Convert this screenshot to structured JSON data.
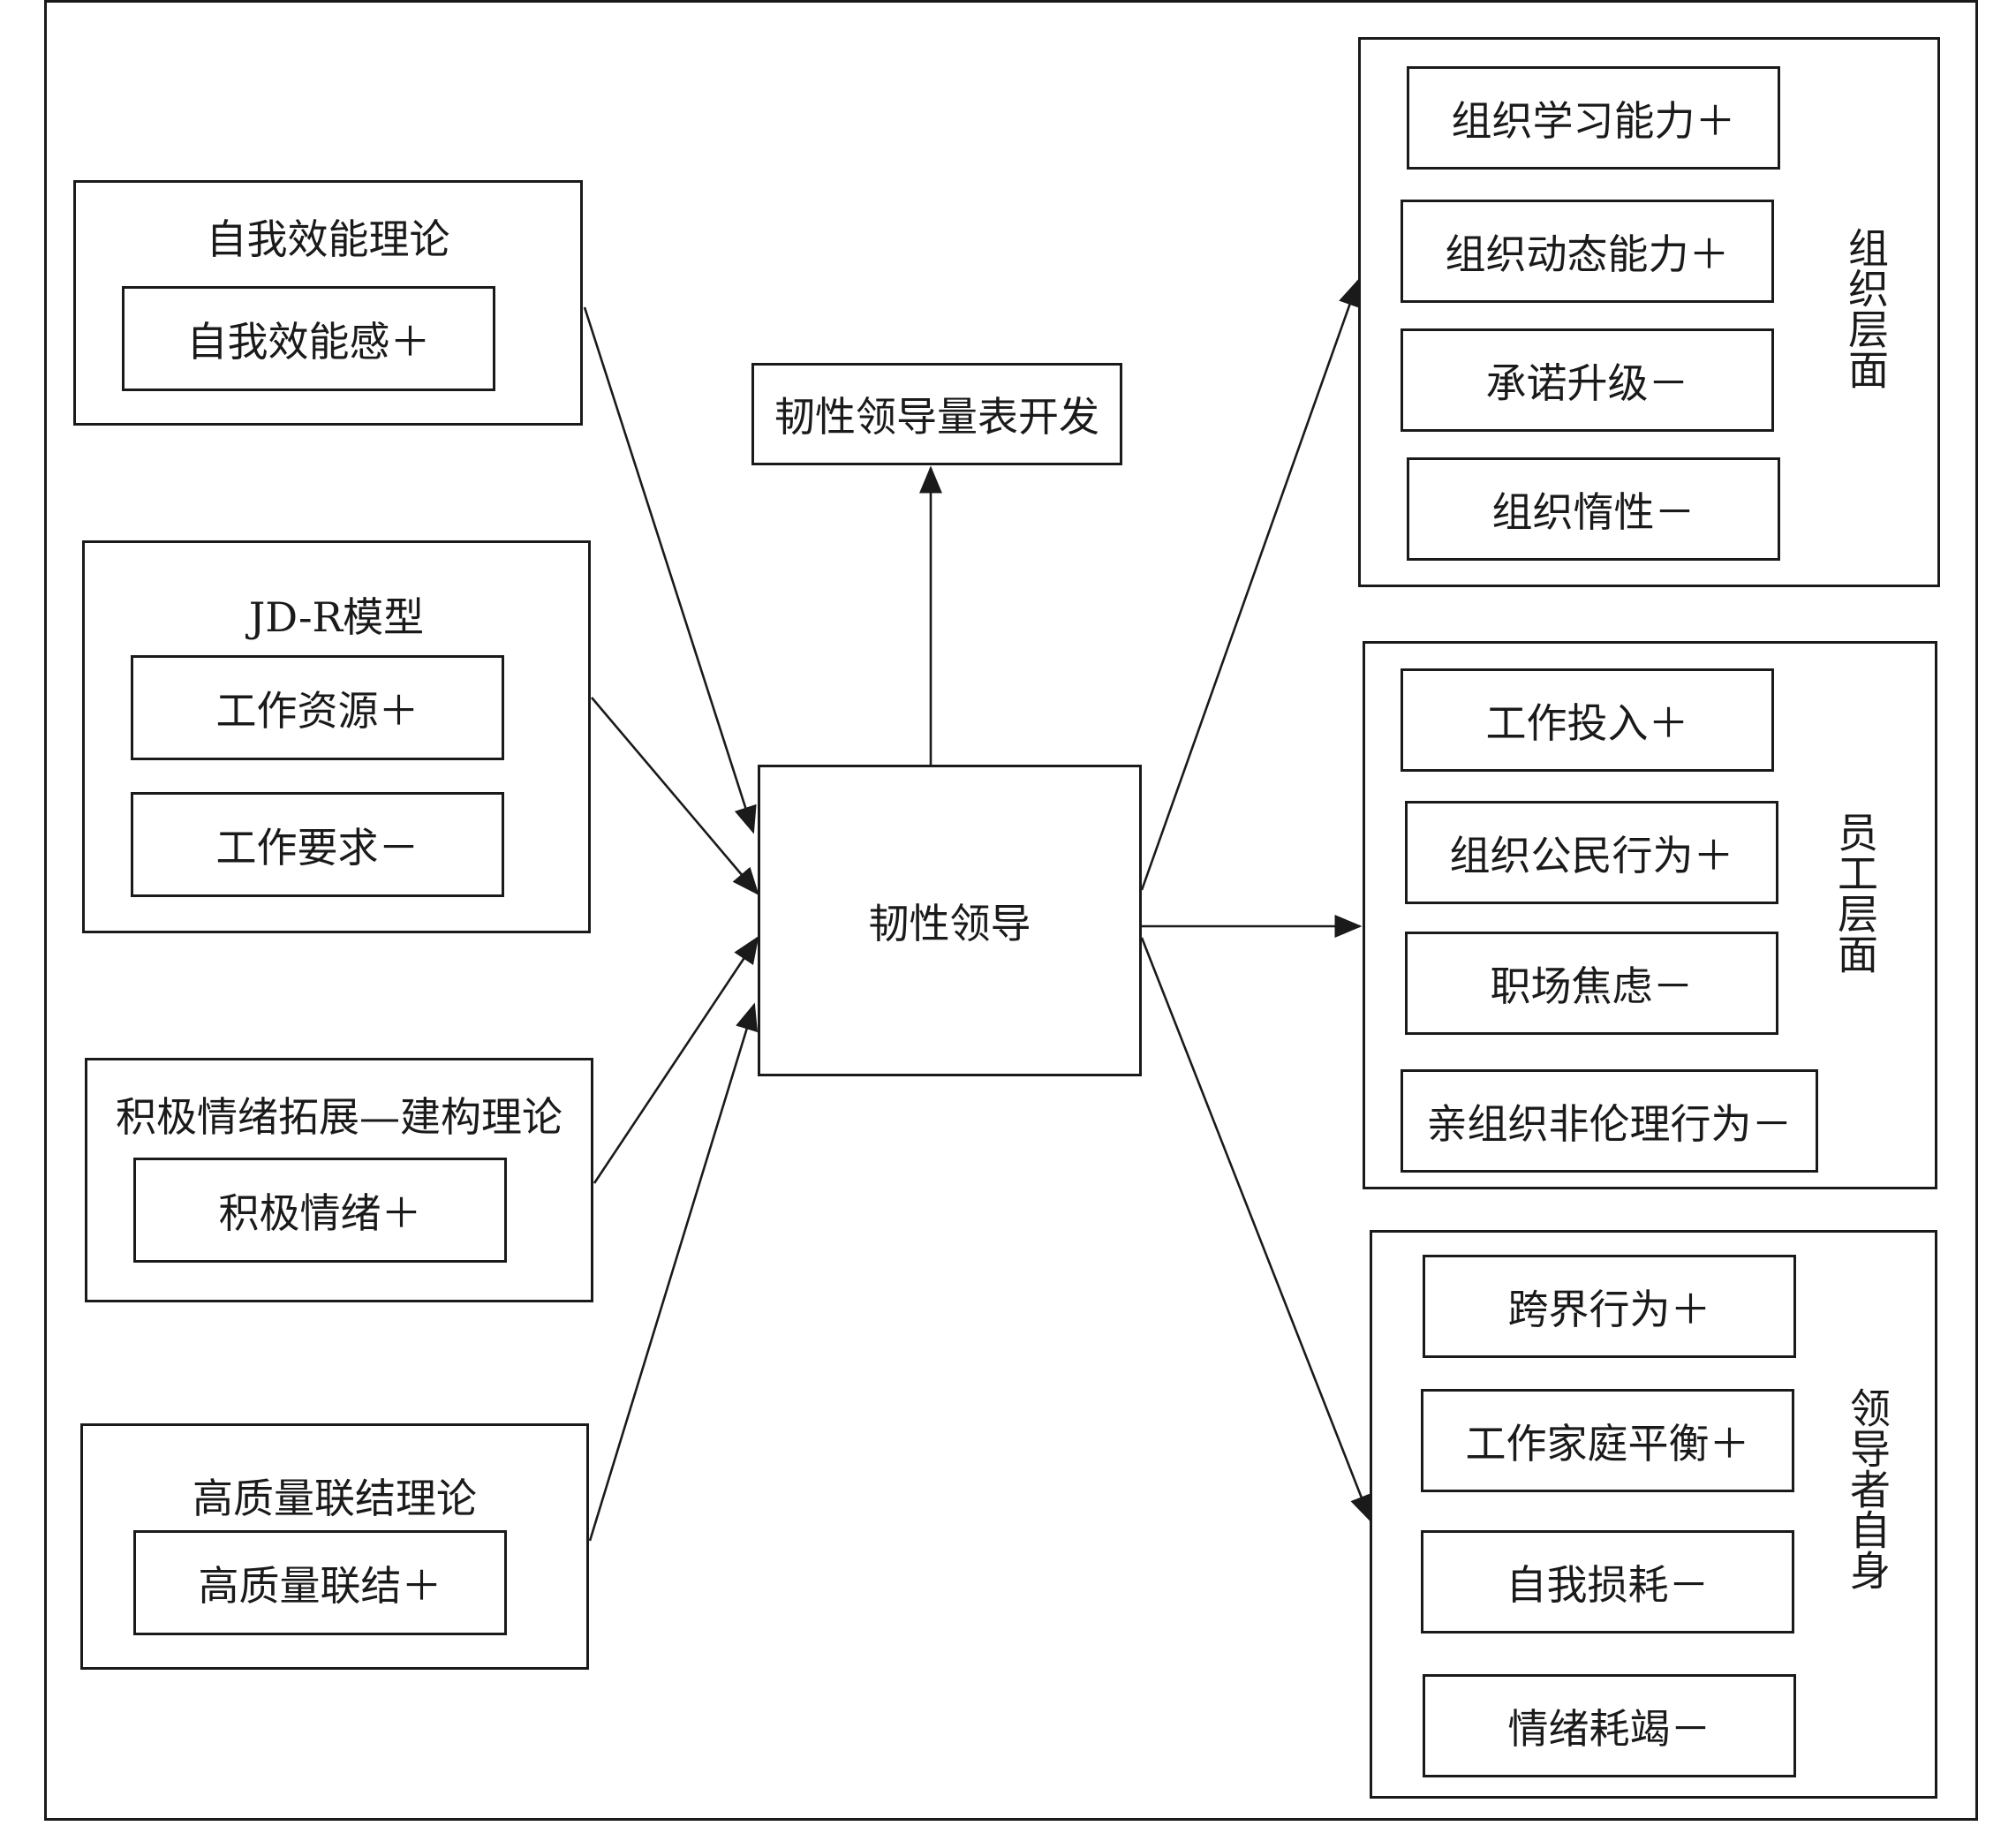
{
  "center": {
    "label": "韧性领导"
  },
  "top": {
    "label": "韧性领导量表开发"
  },
  "theories": [
    {
      "title": "自我效能理论",
      "items": [
        "自我效能感＋"
      ]
    },
    {
      "title": "JD-R模型",
      "items": [
        "工作资源＋",
        "工作要求－"
      ]
    },
    {
      "title": "积极情绪拓展—建构理论",
      "items": [
        "积极情绪＋"
      ]
    },
    {
      "title": "高质量联结理论",
      "items": [
        "高质量联结＋"
      ]
    }
  ],
  "outcomes": [
    {
      "level": "组织层面",
      "items": [
        "组织学习能力＋",
        "组织动态能力＋",
        "承诺升级－",
        "组织惰性－"
      ]
    },
    {
      "level": "员工层面",
      "items": [
        "工作投入＋",
        "组织公民行为＋",
        "职场焦虑－",
        "亲组织非伦理行为－"
      ]
    },
    {
      "level": "领导者自身",
      "items": [
        "跨界行为＋",
        "工作家庭平衡＋",
        "自我损耗－",
        "情绪耗竭－"
      ]
    }
  ]
}
